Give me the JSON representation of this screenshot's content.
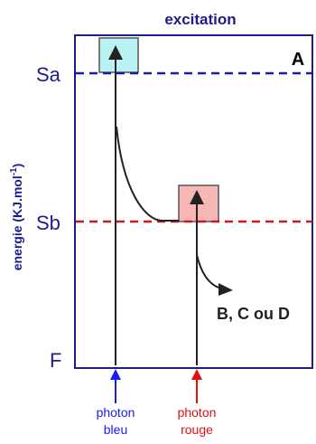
{
  "title": "excitation",
  "panel_label": "A",
  "y_axis_label": "energie (KJ.mol",
  "y_axis_sup": "-1",
  "y_axis_close": ")",
  "levels": [
    {
      "key": "Sa",
      "label": "Sa"
    },
    {
      "key": "Sb",
      "label": "Sb"
    },
    {
      "key": "F",
      "label": "F"
    }
  ],
  "products_label": "B, C ou D",
  "photons": [
    {
      "key": "blue",
      "line1": "photon",
      "line2": "bleu",
      "color": "#1a1aff"
    },
    {
      "key": "red",
      "line1": "photon",
      "line2": "rouge",
      "color": "#e01010"
    }
  ],
  "colors": {
    "frame": "#1c1c8c",
    "label_blue": "#1c1c8c",
    "sa_dash": "#1a1aa8",
    "sb_dash": "#cc1a1a",
    "box_cyan": "#b8f2f2",
    "box_pink": "#f7b7b7",
    "arrow": "#222222"
  }
}
